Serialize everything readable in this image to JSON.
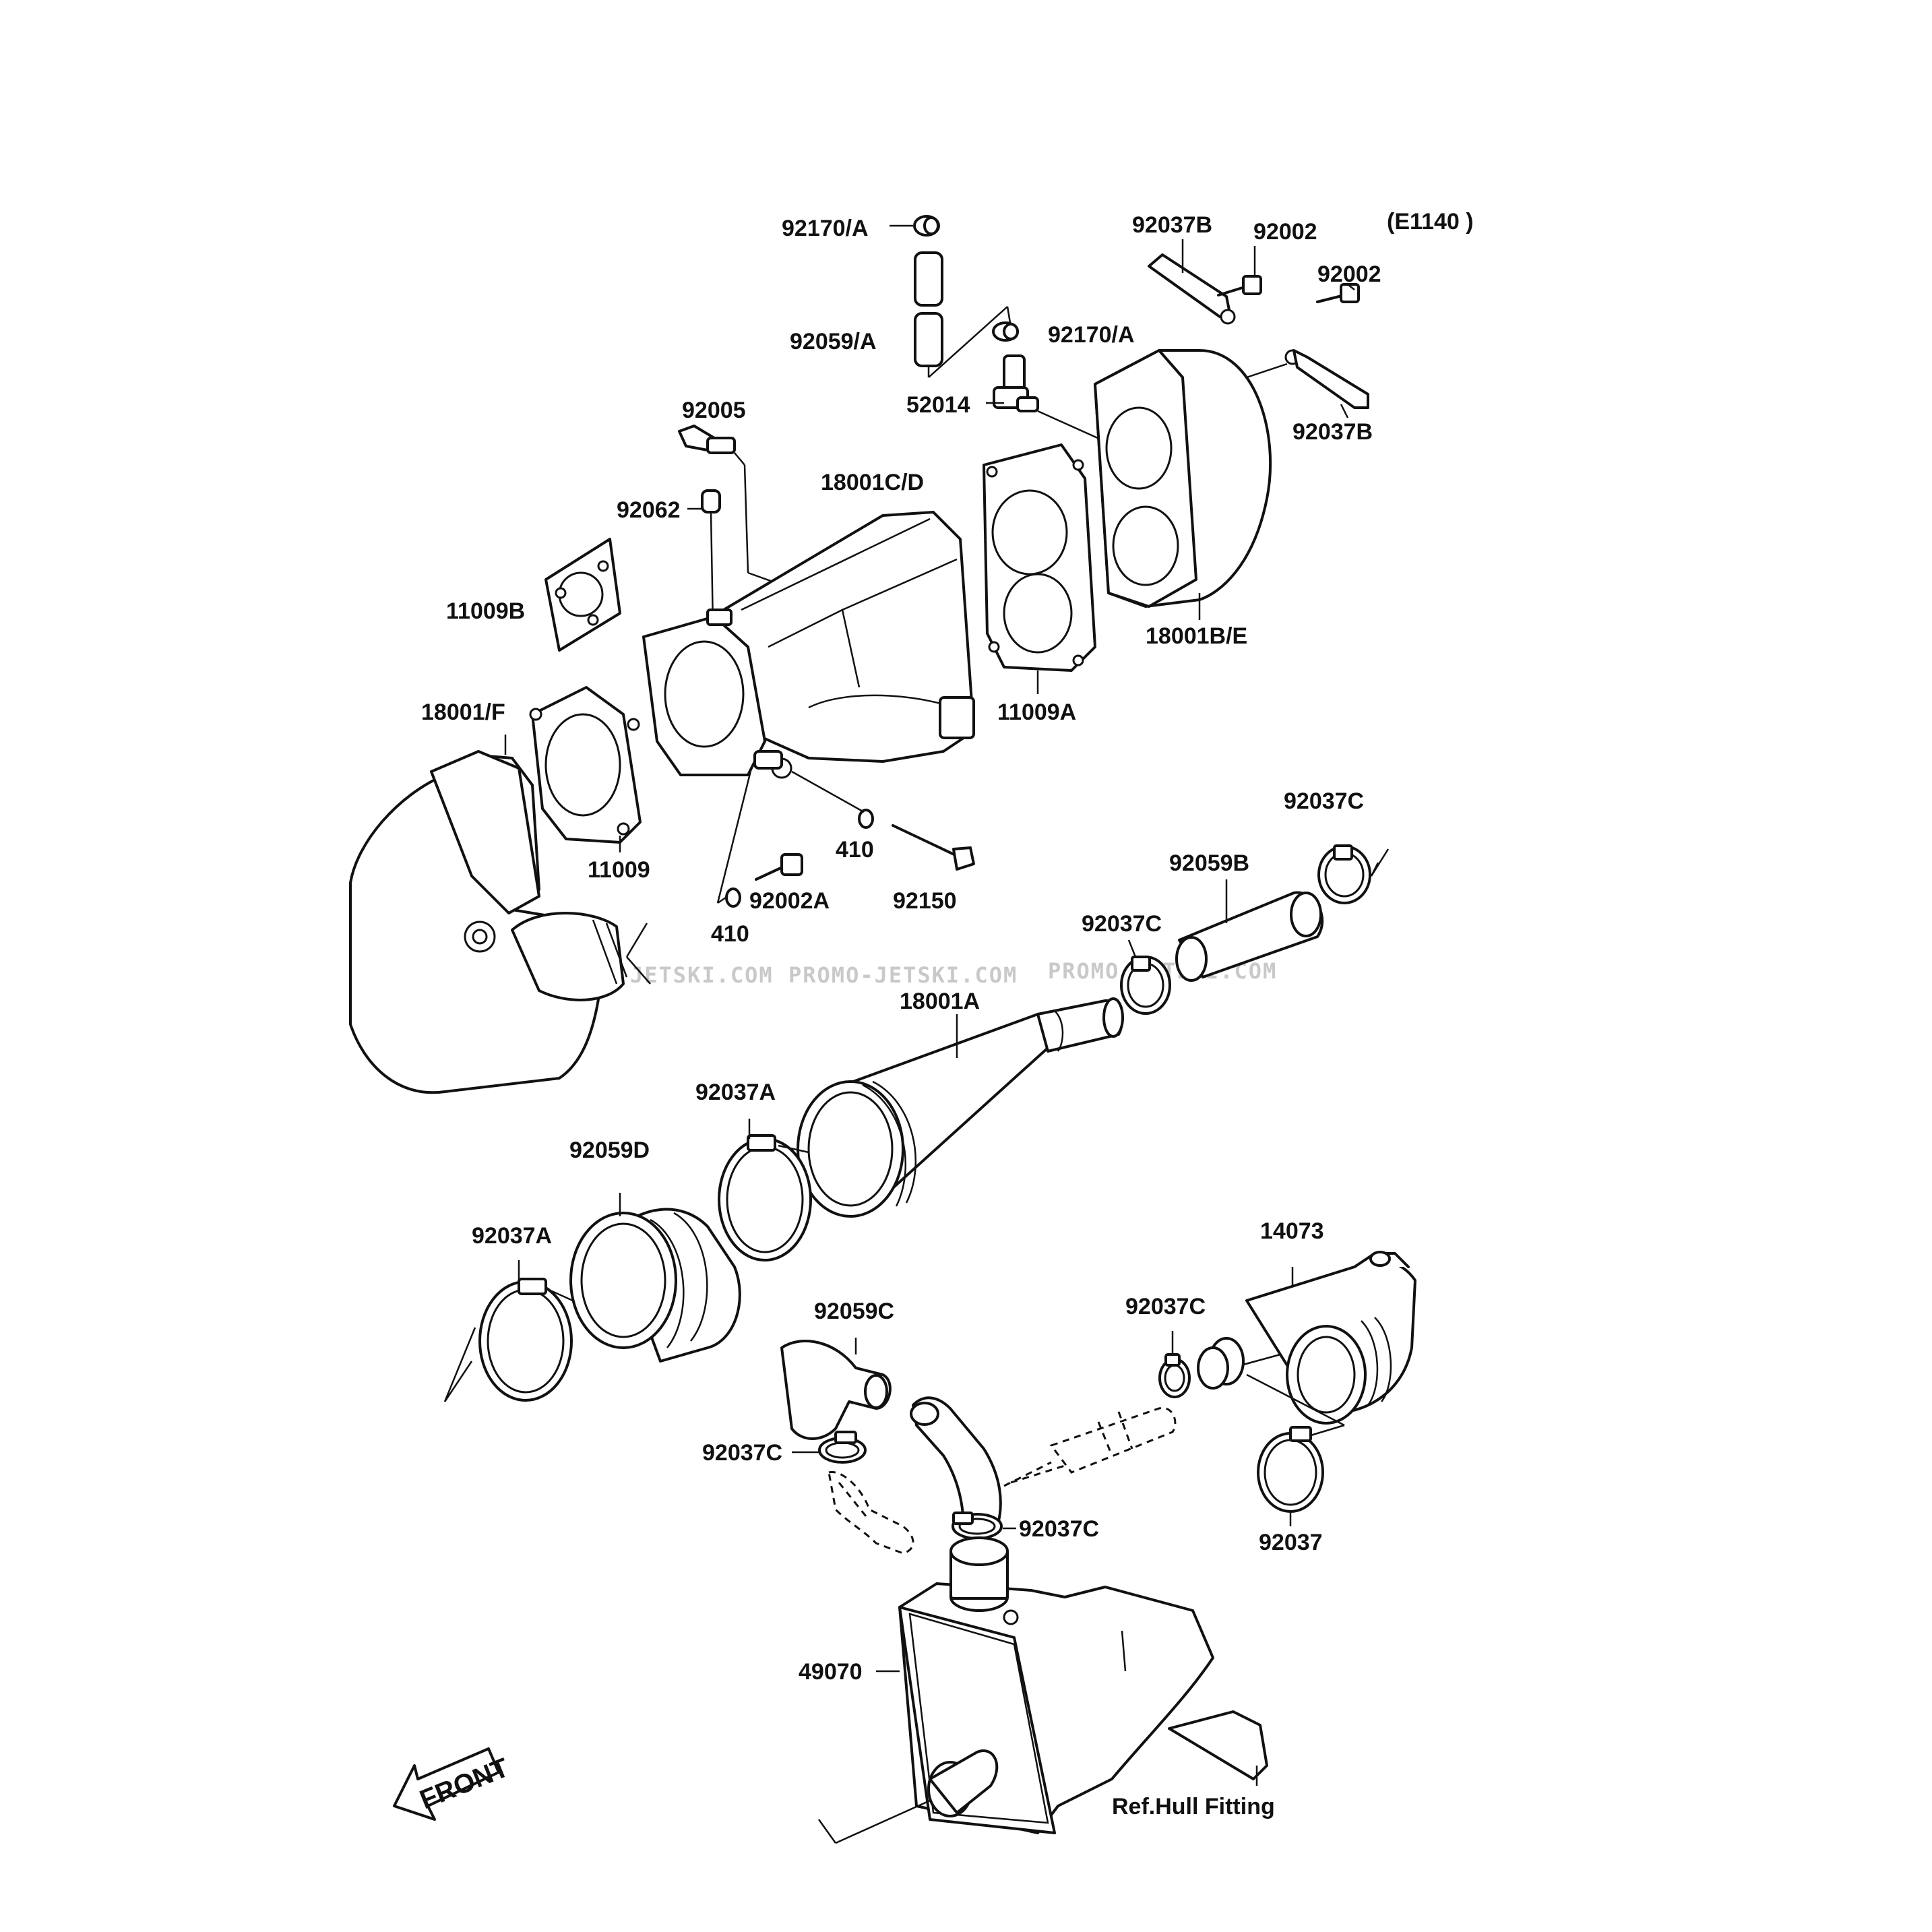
{
  "diagram_code": "(E1140 )",
  "watermarks": [
    "JETSKI.COM",
    "PROMO-JETSKI.COM",
    "PROMO-JETSKI.COM"
  ],
  "front_label": "FRONT",
  "labels": {
    "p92170A_top": "92170/A",
    "p92059A": "92059/A",
    "p92170A_mid": "92170/A",
    "p52014": "52014",
    "p92005": "92005",
    "p18001CD": "18001C/D",
    "p92062": "92062",
    "p11009B": "11009B",
    "p18001F": "18001/F",
    "p11009": "11009",
    "p410_a": "410",
    "p410_b": "410",
    "p92002A": "92002A",
    "p92150": "92150",
    "p92037B_top": "92037B",
    "p92002_a": "92002",
    "p92002_b": "92002",
    "p92037B_right": "92037B",
    "p18001BE": "18001B/E",
    "p11009A": "11009A",
    "p92037C_a": "92037C",
    "p92059B": "92059B",
    "p92037C_b": "92037C",
    "p18001A": "18001A",
    "p92037A_a": "92037A",
    "p92059D": "92059D",
    "p92037A_b": "92037A",
    "p14073": "14073",
    "p92037C_c": "92037C",
    "p92059C": "92059C",
    "p92037C_d": "92037C",
    "p92037C_e": "92037C",
    "p92037": "92037",
    "p49070": "49070",
    "ref_hull": "Ref.Hull Fitting"
  }
}
